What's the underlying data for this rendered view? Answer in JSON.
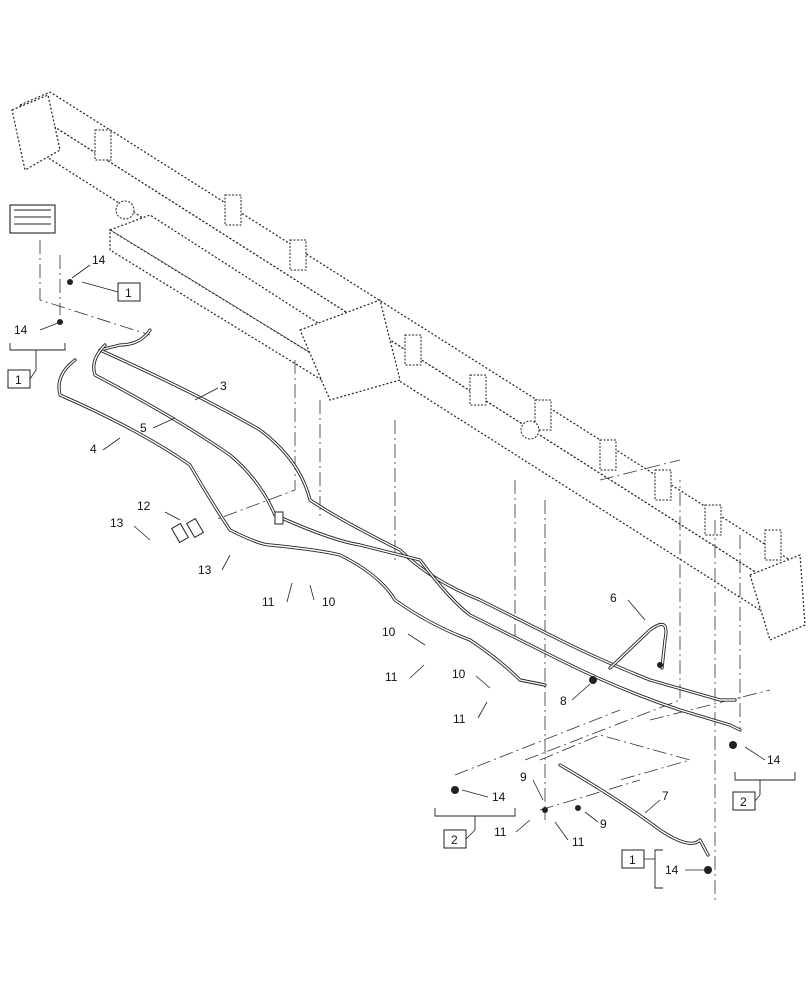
{
  "callouts": {
    "c1": "14",
    "c2": "14",
    "c3": "3",
    "c4": "5",
    "c5": "4",
    "c6": "12",
    "c7": "13",
    "c8": "13",
    "c9": "11",
    "c10": "10",
    "c11": "10",
    "c12": "11",
    "c13": "10",
    "c14": "11",
    "c15": "6",
    "c16": "8",
    "c17": "14",
    "c18": "9",
    "c19": "7",
    "c20": "11",
    "c21": "9",
    "c22": "11",
    "c23": "14",
    "c24": "14"
  },
  "ref_boxes": {
    "r1": "1",
    "r2": "1",
    "r3": "2",
    "r4": "2",
    "r5": "1"
  }
}
